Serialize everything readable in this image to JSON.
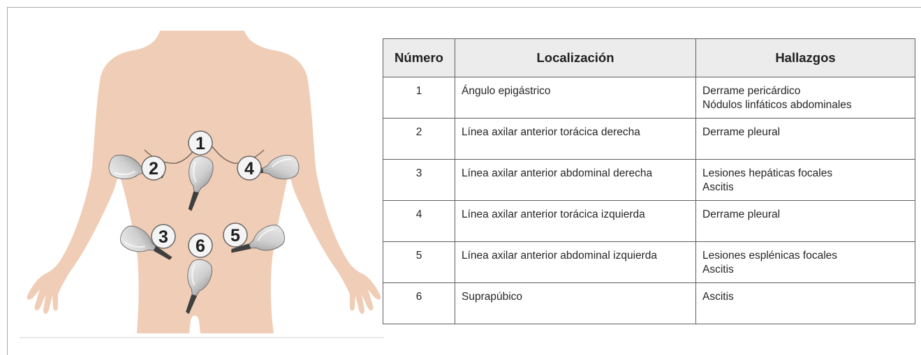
{
  "figure": {
    "markers": [
      "1",
      "2",
      "3",
      "4",
      "5",
      "6"
    ],
    "skin_color": "#f0cdb6",
    "marker_fill": "#f4f4f4",
    "probe_fill": "#d8d8d8"
  },
  "table": {
    "headers": {
      "number": "Número",
      "location": "Localización",
      "findings": "Hallazgos"
    },
    "rows": [
      {
        "number": "1",
        "location": "Ángulo epigástrico",
        "findings": [
          "Derrame pericárdico",
          "Nódulos linfáticos abdominales"
        ]
      },
      {
        "number": "2",
        "location": "Línea axilar anterior torácica derecha",
        "findings": [
          "Derrame pleural"
        ]
      },
      {
        "number": "3",
        "location": "Línea axilar anterior abdominal derecha",
        "findings": [
          "Lesiones hepáticas focales",
          "Ascitis"
        ]
      },
      {
        "number": "4",
        "location": "Línea axilar anterior torácica izquierda",
        "findings": [
          "Derrame pleural"
        ]
      },
      {
        "number": "5",
        "location": "Línea axilar anterior abdominal izquierda",
        "findings": [
          "Lesiones esplénicas focales",
          "Ascitis"
        ]
      },
      {
        "number": "6",
        "location": "Suprapúbico",
        "findings": [
          "Ascitis"
        ]
      }
    ]
  }
}
